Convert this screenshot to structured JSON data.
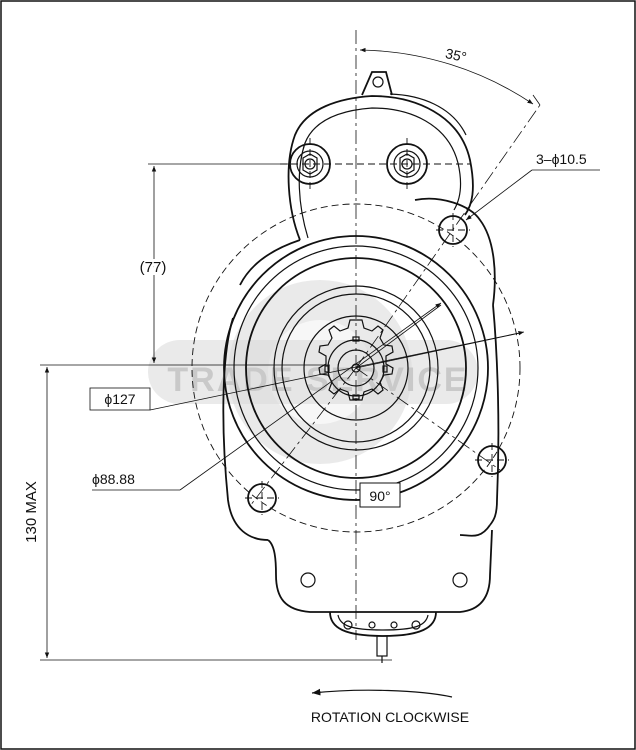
{
  "dimensions": {
    "angle_top": "35°",
    "holes": "3–ϕ10.5",
    "height_77": "(77)",
    "dia_127": "ϕ127",
    "dia_88": "ϕ88.88",
    "height_130": "130 MAX",
    "angle_90": "90°"
  },
  "rotation": {
    "label": "ROTATION CLOCKWISE"
  },
  "watermark": {
    "text": "TRADE SERVICE"
  }
}
